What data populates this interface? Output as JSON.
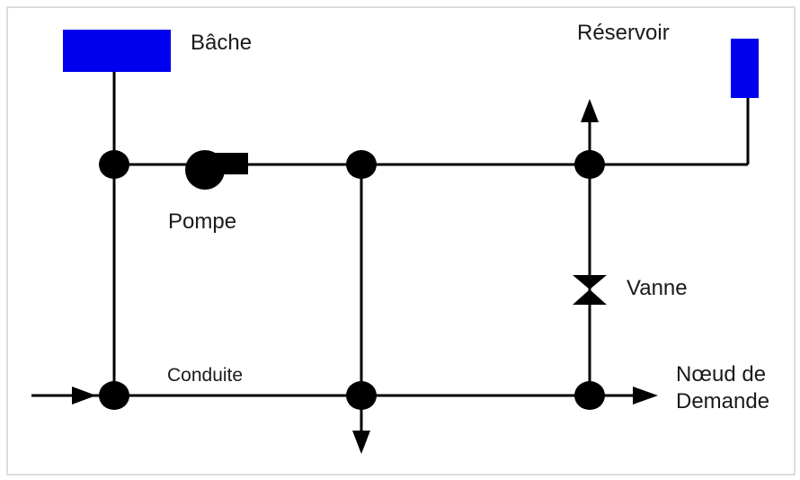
{
  "labels": {
    "tank": "Bâche",
    "reservoir": "Réservoir",
    "pump": "Pompe",
    "valve": "Vanne",
    "pipe": "Conduite",
    "demand_node_line1": "Nœud de",
    "demand_node_line2": "Demande"
  },
  "colors": {
    "line": "#000000",
    "storage": "#0000ee",
    "frame": "#cfcfcf"
  },
  "icons": [
    "tank-icon",
    "reservoir-icon",
    "pump-icon",
    "valve-icon",
    "junction-node",
    "flow-arrow"
  ]
}
